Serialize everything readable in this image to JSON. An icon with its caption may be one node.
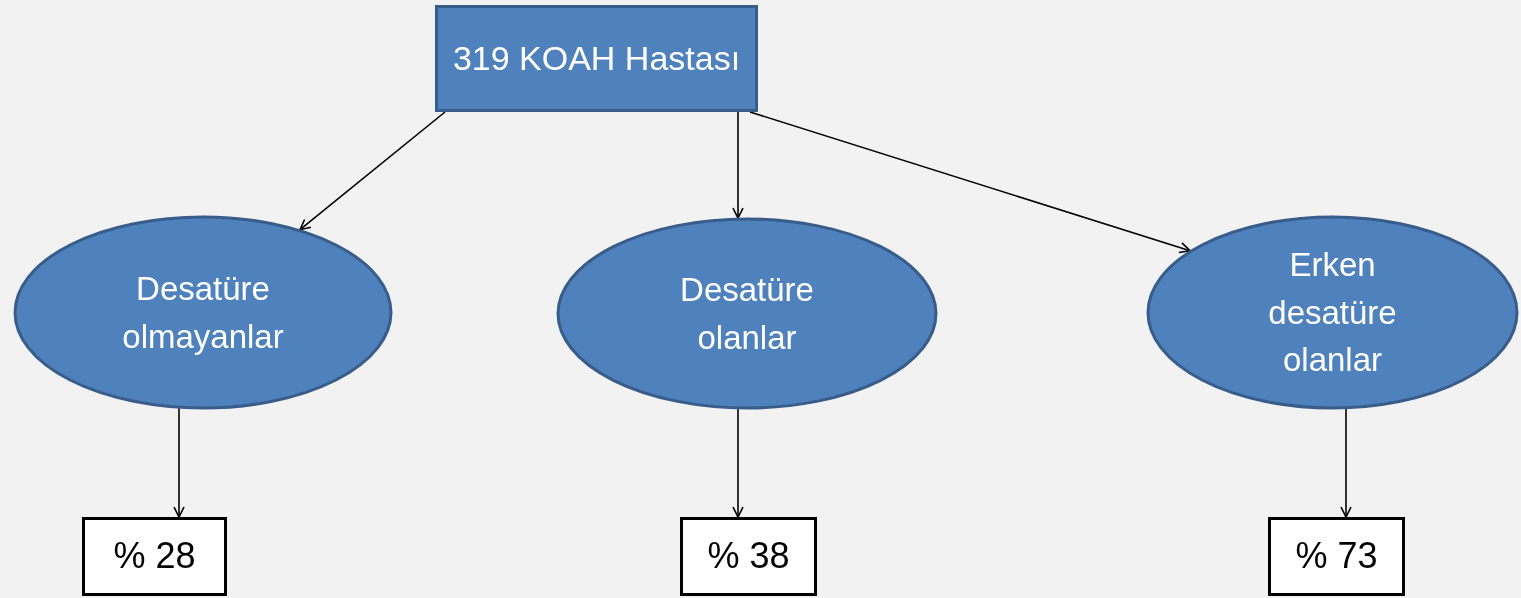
{
  "diagram": {
    "nodes": [
      {
        "text": [
          "319 KOAH Hastası"
        ]
      },
      {
        "text": [
          "Desatüre olmayanlar"
        ]
      },
      {
        "text": [
          "Desatüre olanlar"
        ]
      },
      {
        "text": [
          "Erken desatüre olanlar"
        ]
      },
      {
        "text": [
          "% 28"
        ]
      },
      {
        "text": [
          "% 38"
        ]
      },
      {
        "text": [
          "% 73"
        ]
      }
    ],
    "edges": [
      {
        "from": 0,
        "to": 1,
        "arrow": "to"
      },
      {
        "from": 0,
        "to": 2,
        "arrow": "to"
      },
      {
        "from": 0,
        "to": 3,
        "arrow": "to"
      },
      {
        "from": 1,
        "to": 4,
        "arrow": "to"
      },
      {
        "from": 2,
        "to": 5,
        "arrow": "to"
      },
      {
        "from": 3,
        "to": 6,
        "arrow": "to"
      }
    ]
  }
}
